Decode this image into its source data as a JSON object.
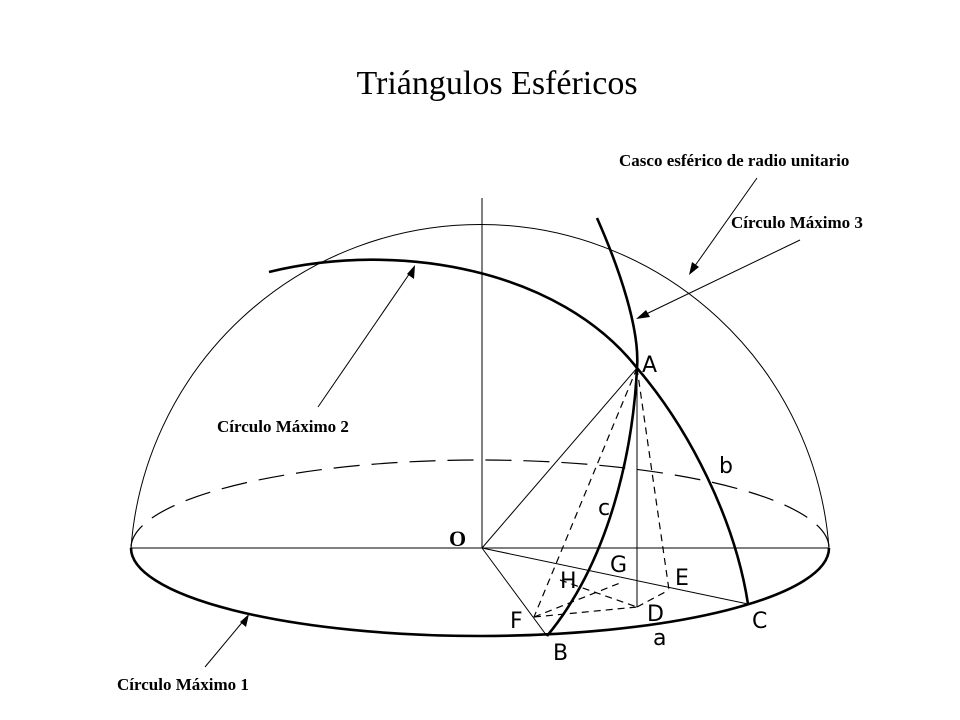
{
  "title": "Triángulos Esféricos",
  "labels": {
    "shell": "Casco esférico de radio unitario",
    "circle1": "Círculo Máximo 1",
    "circle2": "Círculo Máximo 2",
    "circle3": "Círculo Máximo 3"
  },
  "points": {
    "O": "O",
    "A": "A",
    "B": "B",
    "C": "C",
    "D": "D",
    "E": "E",
    "F": "F",
    "G": "G",
    "H": "H"
  },
  "arcs": {
    "a": "a",
    "b": "b",
    "c": "c"
  }
}
